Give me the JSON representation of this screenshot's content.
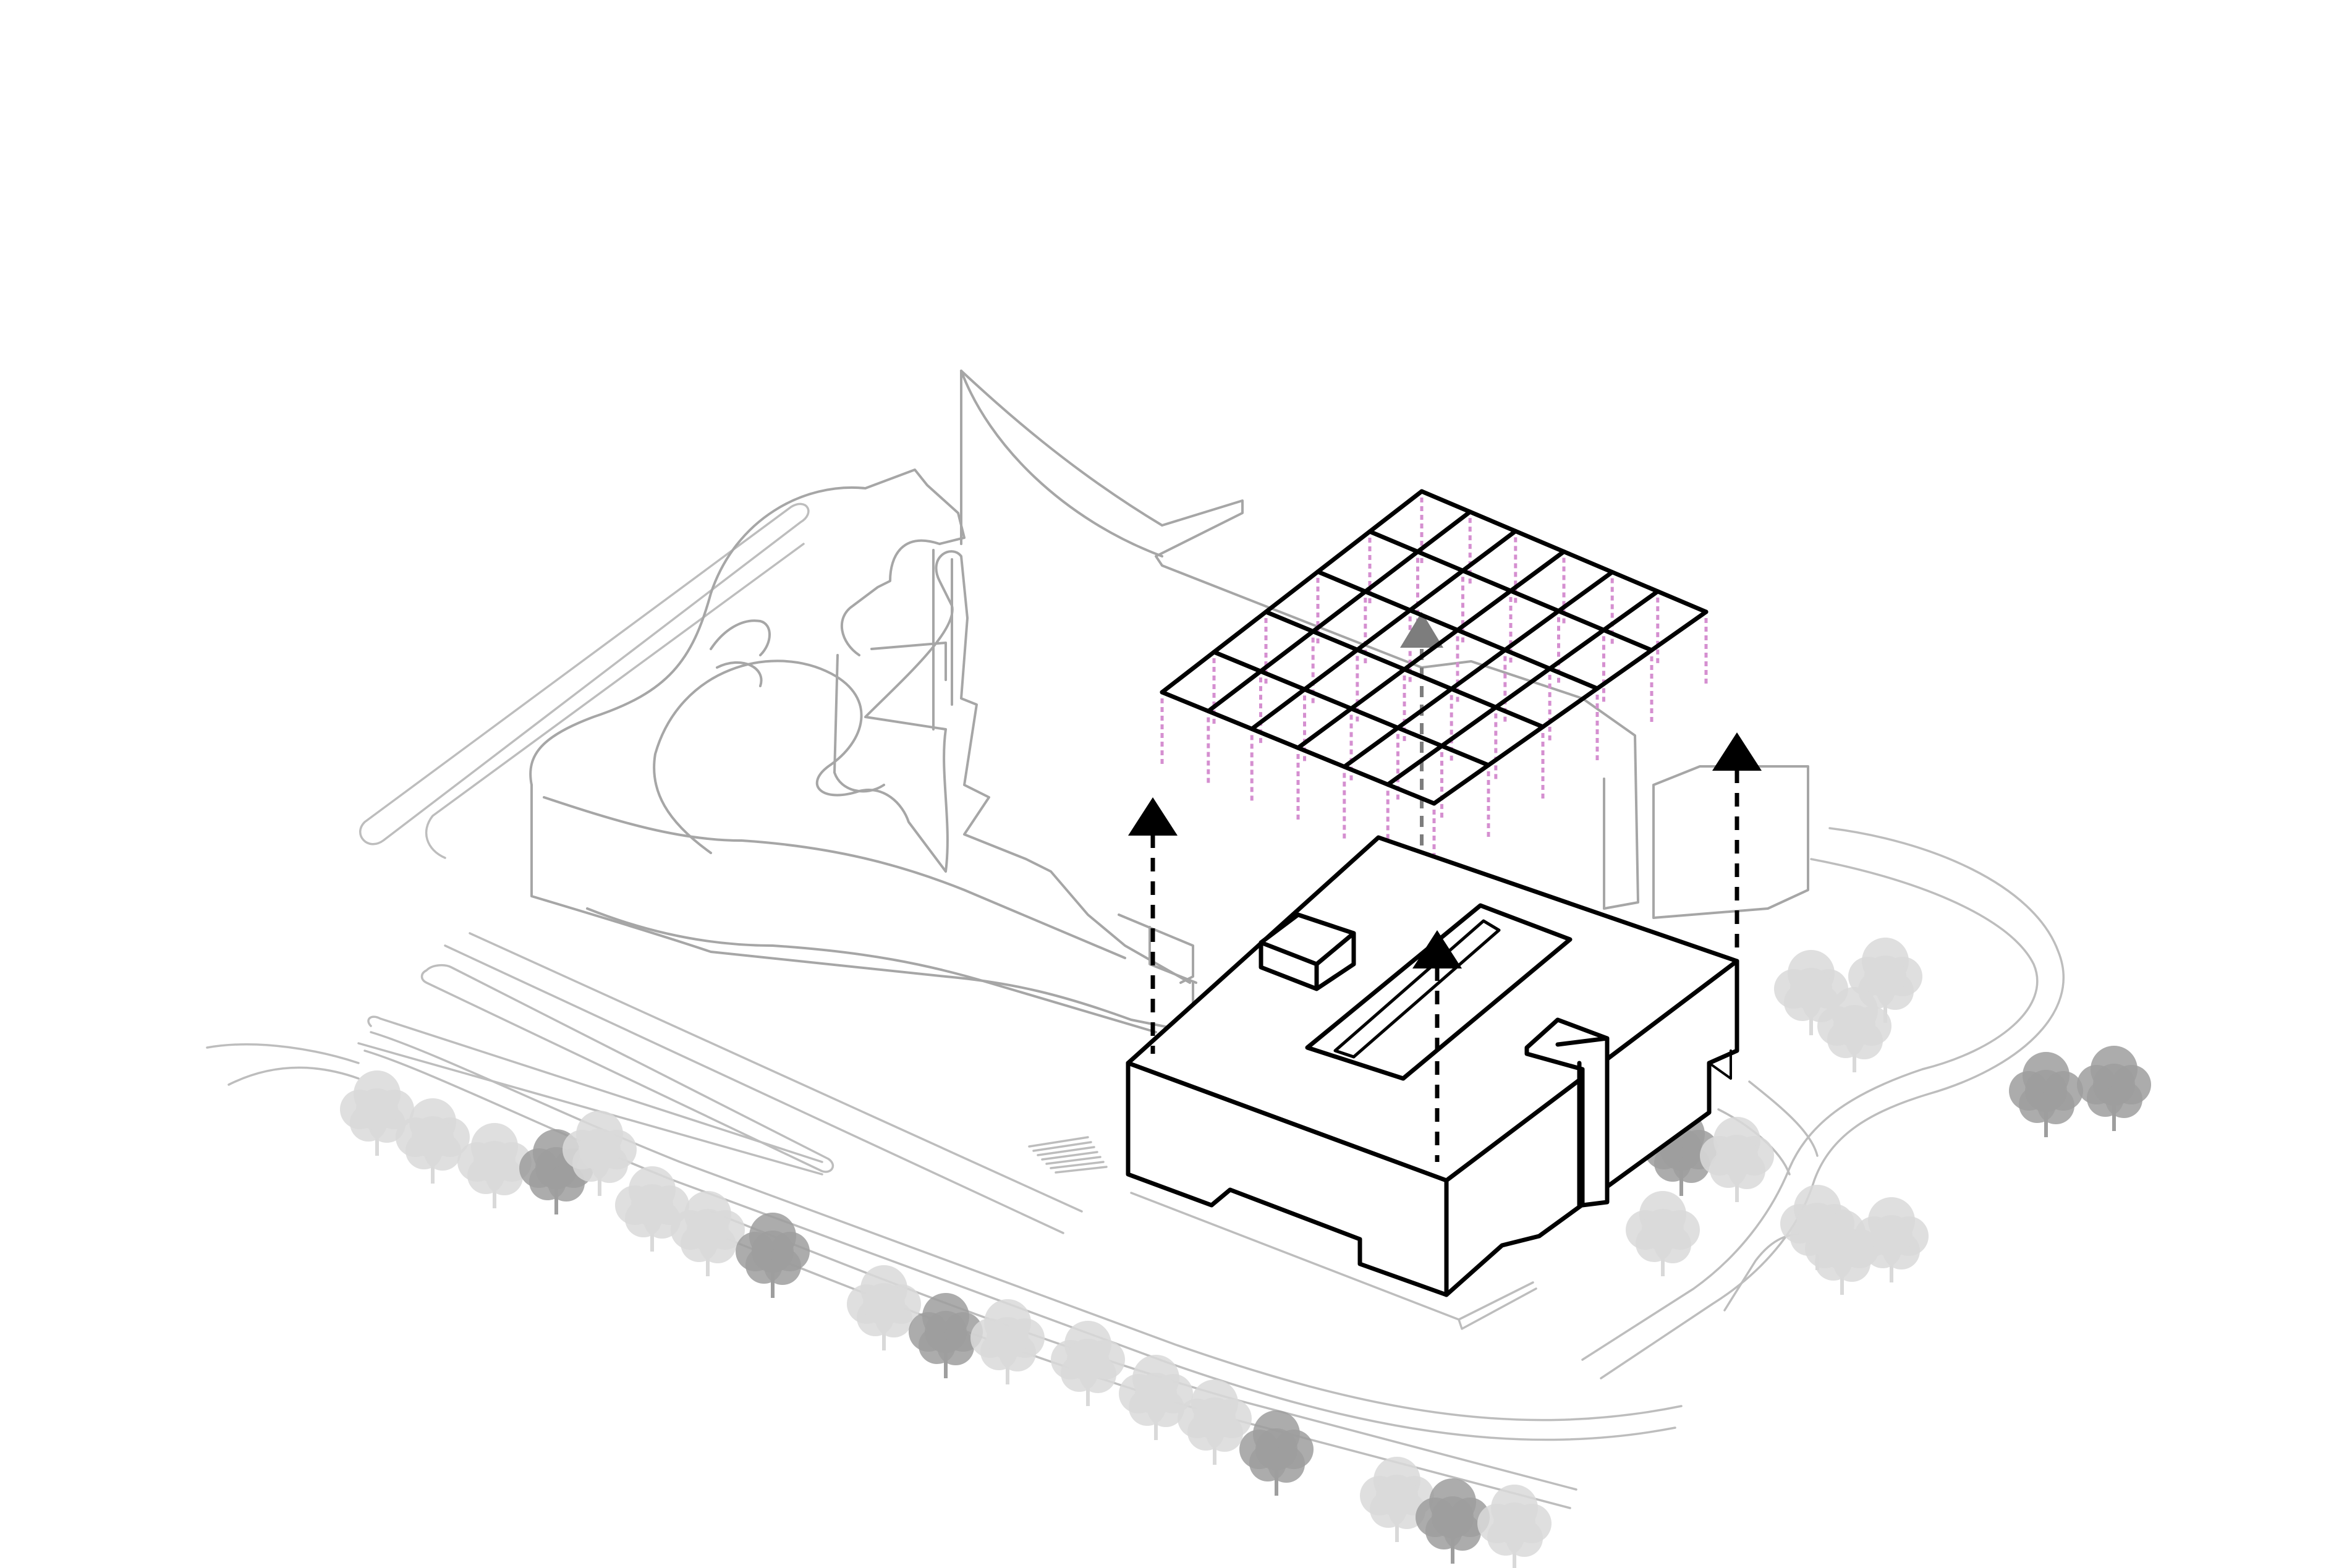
{
  "diagram": {
    "kind": "axonometric site diagram",
    "text": "",
    "colors": {
      "background": "#ffffff",
      "context_line": "#a6a6a6",
      "road_line": "#bdbdbd",
      "massing_line": "#000000",
      "roof_grid": "#000000",
      "columns": "#d58fd0",
      "arrow": "#000000",
      "arrow_ghost": "#7d7d7d",
      "tree_light": "#d9d9d9",
      "tree_mid": "#c8c8c8",
      "tree_dark": "#9e9e9e"
    },
    "elements": [
      {
        "name": "existing-curved-building",
        "style": "thin grey outline"
      },
      {
        "name": "existing-tall-block",
        "style": "thin grey outline"
      },
      {
        "name": "site-roads",
        "style": "thin grey lines"
      },
      {
        "name": "new-building-massing",
        "style": "thick black outline"
      },
      {
        "name": "roof-grid-canopy",
        "style": "thick black grid with pink dashed columns"
      },
      {
        "name": "upward-arrows",
        "count": 4,
        "style": "black dashed lines with triangle heads"
      },
      {
        "name": "trees",
        "style": "grey scribble canopies"
      }
    ]
  }
}
